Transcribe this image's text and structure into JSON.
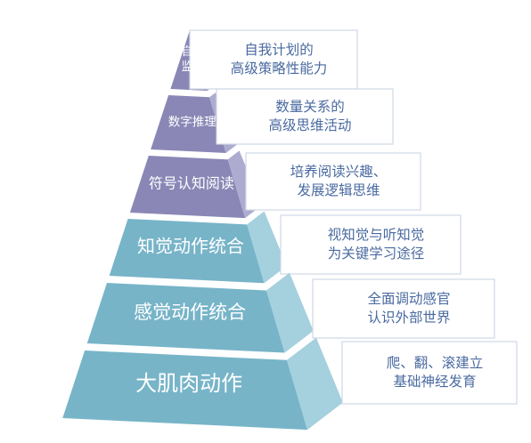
{
  "levels": [
    {
      "label_lines": [
        "自我",
        "监控"
      ],
      "desc_lines": [
        "自我计划的",
        "高级策略性能力"
      ],
      "group": "purple"
    },
    {
      "label_lines": [
        "数字推理"
      ],
      "desc_lines": [
        "数量关系的",
        "高级思维活动"
      ],
      "group": "purple"
    },
    {
      "label_lines": [
        "符号认知阅读"
      ],
      "desc_lines": [
        "培养阅读兴趣、",
        "发展逻辑思维"
      ],
      "group": "purple"
    },
    {
      "label_lines": [
        "知觉动作统合"
      ],
      "desc_lines": [
        "视知觉与听知觉",
        "为关键学习途径"
      ],
      "group": "teal"
    },
    {
      "label_lines": [
        "感觉动作统合"
      ],
      "desc_lines": [
        "全面调动感官",
        "认识外部世界"
      ],
      "group": "teal"
    },
    {
      "label_lines": [
        "大肌肉动作"
      ],
      "desc_lines": [
        "爬、翻、滚建立",
        "基础神经发育"
      ],
      "group": "teal"
    }
  ],
  "colors": {
    "purple_front": "#8a87b6",
    "purple_side": "#aeabd0",
    "teal_front": "#77b4c8",
    "teal_side": "#a5d0de",
    "box_border": "#cfd8e6",
    "desc_text": "#4a6aa0",
    "label_text": "#ffffff"
  }
}
